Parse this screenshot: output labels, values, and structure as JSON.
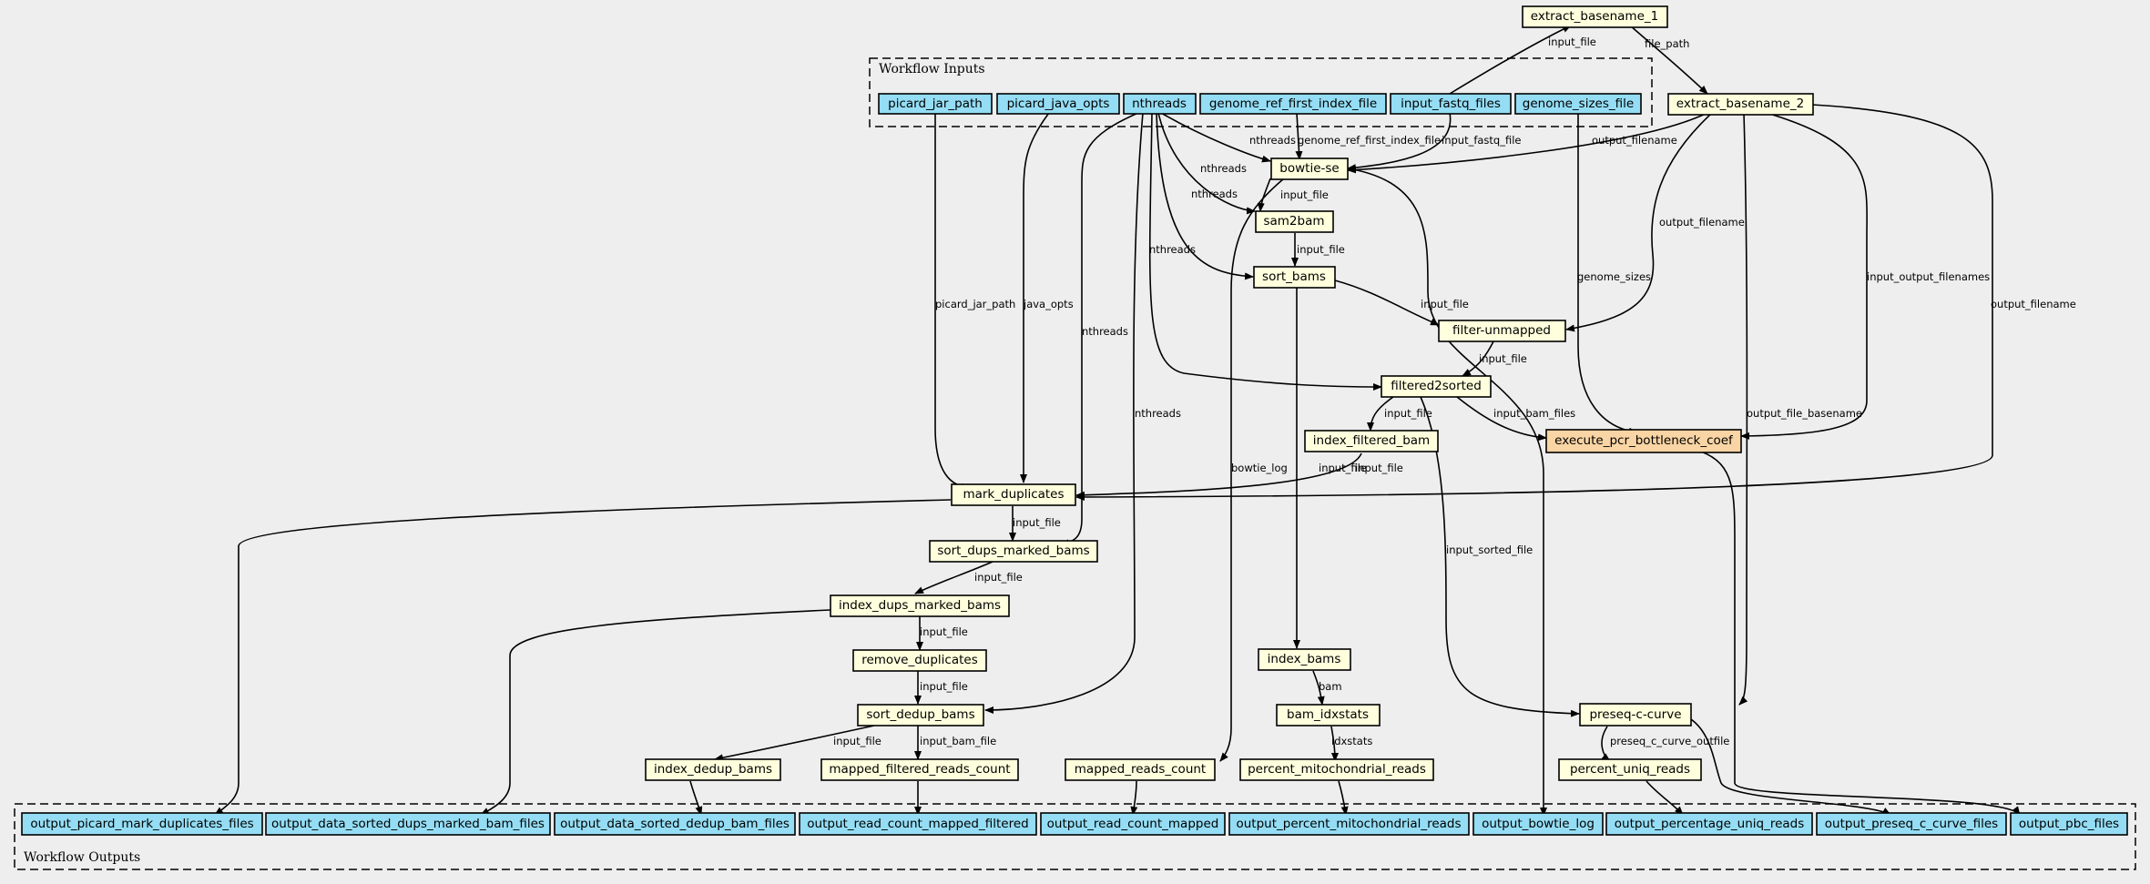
{
  "colors": {
    "background": "#eeeeee",
    "io_node": "#94ddf4",
    "step_node": "#ffffdd",
    "highlight_node": "#f9d4a4"
  },
  "clusters": {
    "inputs_label": "Workflow Inputs",
    "outputs_label": "Workflow Outputs"
  },
  "nodes": {
    "picard_jar_path": "picard_jar_path",
    "picard_java_opts": "picard_java_opts",
    "nthreads": "nthreads",
    "genome_ref_first_index_file": "genome_ref_first_index_file",
    "input_fastq_files": "input_fastq_files",
    "genome_sizes_file": "genome_sizes_file",
    "extract_basename_1": "extract_basename_1",
    "extract_basename_2": "extract_basename_2",
    "bowtie_se": "bowtie-se",
    "sam2bam": "sam2bam",
    "sort_bams": "sort_bams",
    "filter_unmapped": "filter-unmapped",
    "filtered2sorted": "filtered2sorted",
    "index_filtered_bam": "index_filtered_bam",
    "execute_pcr_bottleneck_coef": "execute_pcr_bottleneck_coef",
    "mark_duplicates": "mark_duplicates",
    "sort_dups_marked_bams": "sort_dups_marked_bams",
    "index_dups_marked_bams": "index_dups_marked_bams",
    "remove_duplicates": "remove_duplicates",
    "sort_dedup_bams": "sort_dedup_bams",
    "index_dedup_bams": "index_dedup_bams",
    "mapped_filtered_reads_count": "mapped_filtered_reads_count",
    "mapped_reads_count": "mapped_reads_count",
    "index_bams": "index_bams",
    "bam_idxstats": "bam_idxstats",
    "percent_mitochondrial_reads": "percent_mitochondrial_reads",
    "preseq_c_curve": "preseq-c-curve",
    "percent_uniq_reads": "percent_uniq_reads",
    "output_picard_mark_duplicates_files": "output_picard_mark_duplicates_files",
    "output_data_sorted_dups_marked_bam_files": "output_data_sorted_dups_marked_bam_files",
    "output_data_sorted_dedup_bam_files": "output_data_sorted_dedup_bam_files",
    "output_read_count_mapped_filtered": "output_read_count_mapped_filtered",
    "output_read_count_mapped": "output_read_count_mapped",
    "output_percent_mitochondrial_reads": "output_percent_mitochondrial_reads",
    "output_bowtie_log": "output_bowtie_log",
    "output_percentage_uniq_reads": "output_percentage_uniq_reads",
    "output_preseq_c_curve_files": "output_preseq_c_curve_files",
    "output_pbc_files": "output_pbc_files"
  },
  "edge_labels": {
    "input_file": "input_file",
    "file_path": "file_path",
    "nthreads": "nthreads",
    "genome_ref_first_index_file": "genome_ref_first_index_file",
    "input_fastq_file": "input_fastq_file",
    "output_filename": "output_filename",
    "picard_jar_path": "picard_jar_path",
    "java_opts": "java_opts",
    "genome_sizes": "genome_sizes",
    "input_output_filenames": "input_output_filenames",
    "output_file_basename": "output_file_basename",
    "input_bam_files": "input_bam_files",
    "bowtie_log": "bowtie_log",
    "input_sorted_file": "input_sorted_file",
    "bam": "bam",
    "idxstats": "idxstats",
    "input_bam_file": "input_bam_file",
    "preseq_c_curve_outfile": "preseq_c_curve_outfile"
  }
}
